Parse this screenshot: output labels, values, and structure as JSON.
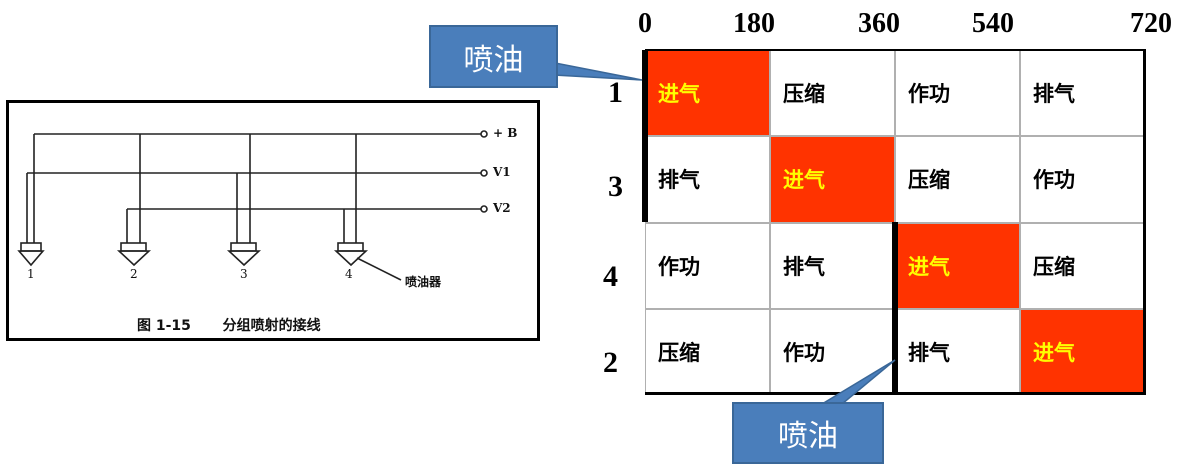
{
  "figure": {
    "wire_labels": [
      "+ B",
      "V1",
      "V2"
    ],
    "injector_numbers": [
      "1",
      "2",
      "3",
      "4"
    ],
    "injector_label": "喷油器",
    "caption_number": "图 1-15",
    "caption_text": "分组喷射的接线"
  },
  "timing": {
    "angles": [
      "0",
      "180",
      "360",
      "540",
      "720"
    ],
    "cylinders": [
      "1",
      "3",
      "4",
      "2"
    ],
    "rows": [
      [
        "进气",
        "压缩",
        "作功",
        "排气"
      ],
      [
        "排气",
        "进气",
        "压缩",
        "作功"
      ],
      [
        "作功",
        "排气",
        "进气",
        "压缩"
      ],
      [
        "压缩",
        "作功",
        "排气",
        "进气"
      ]
    ],
    "intake_label": "进气",
    "intake_color": "#ff3300",
    "intake_text_color": "#ffff00"
  },
  "callouts": {
    "top": "喷油",
    "bottom": "喷油",
    "color": "#4a7ebb"
  }
}
